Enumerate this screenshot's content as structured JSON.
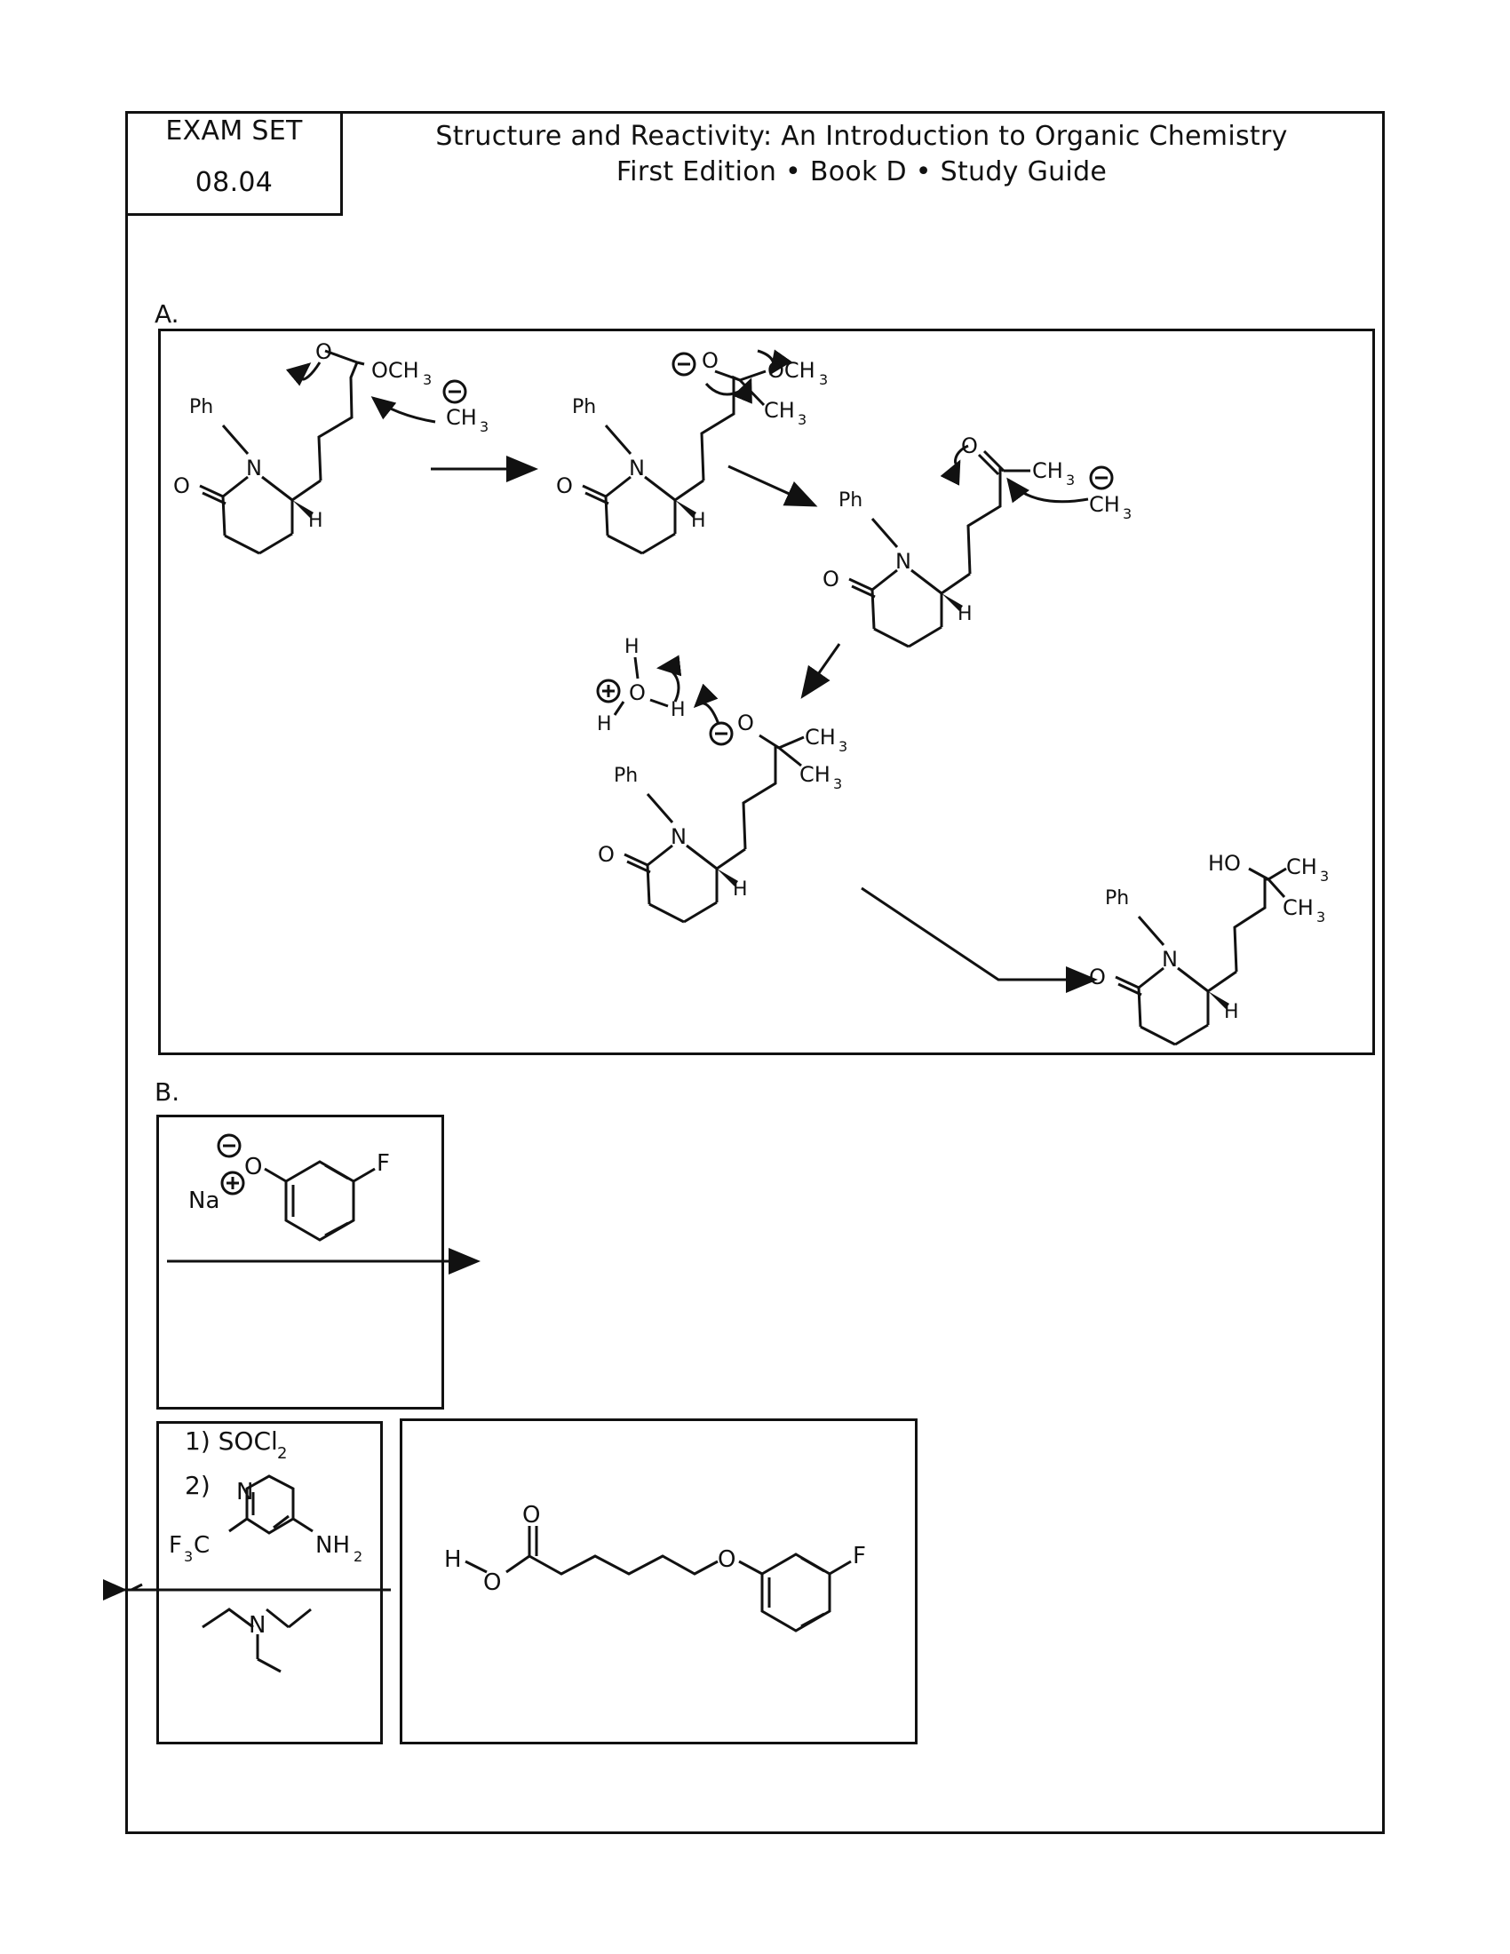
{
  "header": {
    "exam_set_label": "EXAM SET",
    "exam_set_number": "08.04",
    "title_line1": "Structure and Reactivity: An Introduction to Organic Chemistry",
    "title_line2": "First Edition • Book D • Study Guide"
  },
  "section_a": {
    "label": "A.",
    "atom_labels": {
      "ph": "Ph",
      "o": "O",
      "n": "N",
      "h": "H",
      "och3": "OCH",
      "ch3": "CH",
      "ho": "HO",
      "subscript3": "3",
      "minus": "−",
      "plus": "+"
    }
  },
  "section_b": {
    "label": "B.",
    "reagent_box1": {
      "na": "Na",
      "o": "O",
      "f": "F"
    },
    "reagent_box2": {
      "step1": "1) SOCl",
      "step1_sub": "2",
      "step2": "2)",
      "n": "N",
      "f3c": "F",
      "f3c_sub": "3",
      "f3c_c": "C",
      "nh2": "NH",
      "nh2_sub": "2"
    },
    "product_box": {
      "h": "H",
      "o": "O",
      "f": "F"
    }
  }
}
